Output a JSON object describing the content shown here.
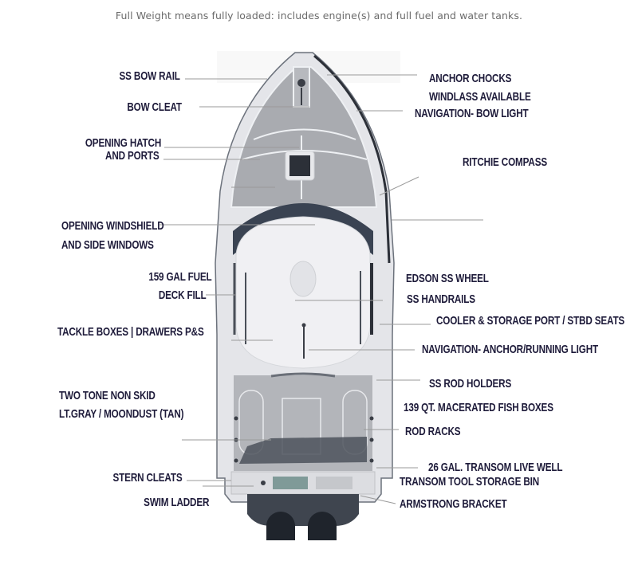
{
  "caption": "Full Weight means fully loaded: includes engine(s) and full fuel and water tanks.",
  "colors": {
    "label_text": "#1e1b3a",
    "caption_text": "#6b6b6b",
    "leader_line": "#9a9a9a",
    "deck_nonskid_gray": "#a9abb0",
    "deck_white": "#e9eaee",
    "hardtop_white": "#f0f0f3",
    "windshield_dark": "#3a4352"
  },
  "diagram": {
    "subject": "center console boat deck layout (top view)",
    "left_labels": [
      {
        "id": "ss-bow-rail",
        "text": "SS  BOW RAIL"
      },
      {
        "id": "bow-cleat",
        "text": "BOW CLEAT"
      },
      {
        "id": "opening-hatch-1",
        "text": "OPENING HATCH"
      },
      {
        "id": "opening-hatch-2",
        "text": "AND PORTS"
      },
      {
        "id": "opening-windshield-1",
        "text": "OPENING WINDSHIELD"
      },
      {
        "id": "opening-windshield-2",
        "text": "AND SIDE WINDOWS"
      },
      {
        "id": "fuel-1",
        "text": "159 GAL FUEL"
      },
      {
        "id": "fuel-2",
        "text": "DECK FILL"
      },
      {
        "id": "tackle-boxes",
        "text": "TACKLE BOXES  | DRAWERS P&S"
      },
      {
        "id": "non-skid-1",
        "text": "TWO TONE NON SKID"
      },
      {
        "id": "non-skid-2",
        "text": "LT.GRAY / MOONDUST (TAN)"
      },
      {
        "id": "stern-cleats",
        "text": "STERN CLEATS"
      },
      {
        "id": "swim-ladder",
        "text": "SWIM LADDER"
      }
    ],
    "right_labels": [
      {
        "id": "anchor-chocks",
        "text": "ANCHOR CHOCKS"
      },
      {
        "id": "windlass",
        "text": "WINDLASS AVAILABLE"
      },
      {
        "id": "bow-light",
        "text": "NAVIGATION- BOW LIGHT"
      },
      {
        "id": "ritchie-compass",
        "text": "RITCHIE COMPASS"
      },
      {
        "id": "edson-wheel",
        "text": "EDSON SS WHEEL"
      },
      {
        "id": "ss-handrails",
        "text": "SS HANDRAILS"
      },
      {
        "id": "cooler-storage",
        "text": "COOLER & STORAGE PORT / STBD SEATS"
      },
      {
        "id": "anchor-light",
        "text": "NAVIGATION- ANCHOR/RUNNING LIGHT"
      },
      {
        "id": "rod-holders",
        "text": "SS ROD HOLDERS"
      },
      {
        "id": "fish-boxes",
        "text": "139 QT. MACERATED FISH BOXES"
      },
      {
        "id": "rod-racks",
        "text": "ROD RACKS"
      },
      {
        "id": "live-well",
        "text": "26 GAL. TRANSOM LIVE WELL"
      },
      {
        "id": "tool-storage",
        "text": "TRANSOM TOOL STORAGE BIN"
      },
      {
        "id": "armstrong-bracket",
        "text": "ARMSTRONG BRACKET"
      }
    ]
  }
}
